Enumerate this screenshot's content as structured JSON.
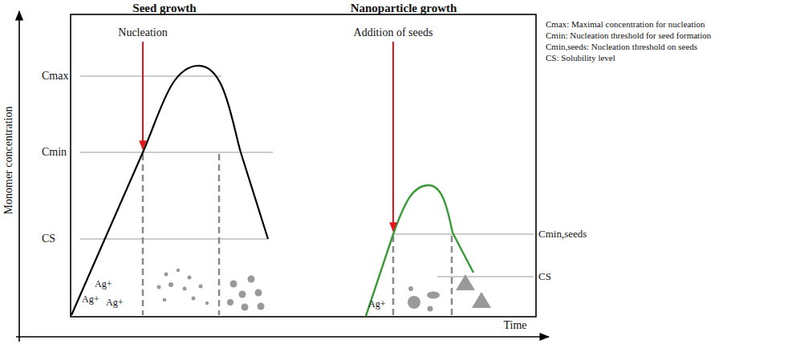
{
  "diagram": {
    "labels": [
      "Seed growth",
      "Nanoparticle growth",
      "Nucleation",
      "Addition of seeds",
      "Cmax",
      "Cmin",
      "CS",
      "Cmin,seeds",
      "CS",
      "Ag+",
      "Ag+",
      "Ag+",
      "Ag+",
      "Cmax: Maximal concentration for nucleation",
      "Cmin: Nucleation threshold for seed formation",
      "Cmin,seeds: Nucleation threshold on seeds",
      "CS: Solubility level",
      "Monomer concentration",
      "Time"
    ]
  }
}
